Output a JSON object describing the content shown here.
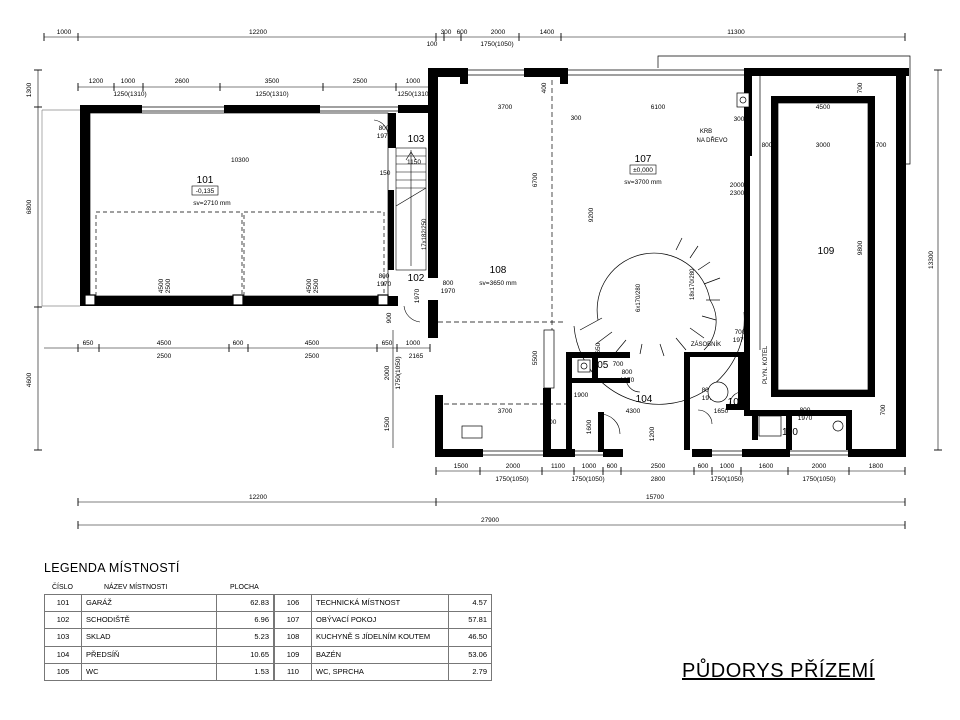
{
  "rooms": {
    "r101": {
      "num": "101",
      "level": "-0,135",
      "sv": "sv=2710 mm"
    },
    "r102": {
      "num": "102"
    },
    "r103": {
      "num": "103"
    },
    "r104": {
      "num": "104"
    },
    "r105": {
      "num": "105"
    },
    "r106": {
      "num": "106"
    },
    "r107": {
      "num": "107",
      "level": "±0,000",
      "sv": "sv=3700 mm"
    },
    "r108": {
      "num": "108",
      "sv": "sv=3650 mm"
    },
    "r109": {
      "num": "109"
    },
    "r110": {
      "num": "110"
    }
  },
  "notes": {
    "krb1": "KRB",
    "krb2": "NA DŘEVO",
    "zasobnik": "ZÁSOBNÍK",
    "kotel": "PLYN. KOTEL",
    "stair103": "17x182/250",
    "stair_a": "6x170/280",
    "stair_b": "18x170/280"
  },
  "dims": {
    "top1": [
      "1000",
      "12200",
      "300",
      "600",
      "2000",
      "1400",
      "11300"
    ],
    "top1b": [
      "100",
      "1750(1050)"
    ],
    "top2": [
      "1200",
      "1000",
      "2600",
      "3500",
      "2500",
      "1000"
    ],
    "top2b": [
      "1250(1310)",
      "1250(1310)",
      "1250(1310)"
    ],
    "left": [
      "1300",
      "6800",
      "4600"
    ],
    "right": "13300",
    "mid": [
      "650",
      "4500",
      "600",
      "4500",
      "650",
      "1000"
    ],
    "mid2": [
      "2500",
      "2500",
      "2165"
    ],
    "bot1": [
      "1500",
      "2000",
      "1100",
      "1000",
      "600",
      "2500",
      "600",
      "1000",
      "1600",
      "2000",
      "1800"
    ],
    "bot1b": [
      "1750(1050)",
      "1750(1050)",
      "2800",
      "1750(1050)",
      "1750(1050)"
    ],
    "bot2": [
      "12200",
      "15700"
    ],
    "total": "27900",
    "inner": [
      "10300",
      "3700",
      "6100",
      "4500",
      "3000",
      "800",
      "700",
      "700",
      "300",
      "1150",
      "150",
      "6700",
      "9200",
      "9800",
      "5500",
      "3700",
      "4300",
      "1900",
      "1650",
      "2000",
      "2300",
      "300",
      "400",
      "300",
      "800",
      "1970",
      "800",
      "1970",
      "800",
      "1970",
      "700",
      "1970",
      "1650",
      "700",
      "700",
      "1600",
      "1200",
      "1500",
      "1750(1050)",
      "2000",
      "900",
      "1970"
    ],
    "door_pairs": [
      "800",
      "1970",
      "800",
      "1970",
      "800",
      "1970"
    ],
    "r101_inner": [
      "4500",
      "2500",
      "4500",
      "2500"
    ]
  },
  "legend": {
    "title": "LEGENDA MÍSTNOSTÍ",
    "col_num": "ČÍSLO",
    "col_name": "NÁZEV MÍSTNOSTI",
    "col_area": "PLOCHA",
    "left": [
      {
        "num": "101",
        "name": "GARÁŽ",
        "area": "62.83"
      },
      {
        "num": "102",
        "name": "SCHODIŠTĚ",
        "area": "6.96"
      },
      {
        "num": "103",
        "name": "SKLAD",
        "area": "5.23"
      },
      {
        "num": "104",
        "name": "PŘEDSÍŇ",
        "area": "10.65"
      },
      {
        "num": "105",
        "name": "WC",
        "area": "1.53"
      }
    ],
    "right": [
      {
        "num": "106",
        "name": "TECHNICKÁ MÍSTNOST",
        "area": "4.57"
      },
      {
        "num": "107",
        "name": "OBÝVACÍ POKOJ",
        "area": "57.81"
      },
      {
        "num": "108",
        "name": "KUCHYNĚ S JÍDELNÍM KOUTEM",
        "area": "46.50"
      },
      {
        "num": "109",
        "name": "BAZÉN",
        "area": "53.06"
      },
      {
        "num": "110",
        "name": "WC, SPRCHA",
        "area": "2.79"
      }
    ]
  },
  "plan_title": "PŮDORYS PŘÍZEMÍ"
}
